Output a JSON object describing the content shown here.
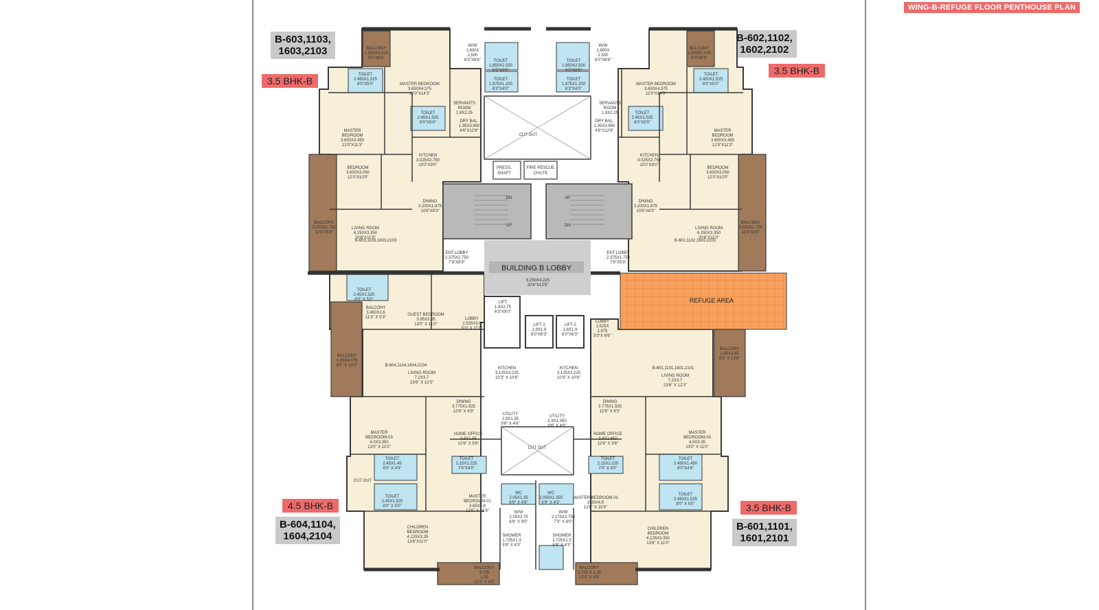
{
  "title": "WING-B-REFUGE FLOOR PENTHOUSE PLAN",
  "units": {
    "tl": {
      "ids": [
        "B-603,1103,",
        "1603,2103"
      ],
      "type": "3.5 BHK-B"
    },
    "tr": {
      "ids": [
        "B-602,1102,",
        "1602,2102"
      ],
      "type": "3.5 BHK-B"
    },
    "bl": {
      "ids": [
        "B-604,1104,",
        "1604,2104"
      ],
      "type": "4.5 BHK-B"
    },
    "br": {
      "ids": [
        "B-601,1101,",
        "1601,2101"
      ],
      "type": "3.5 BHK-B"
    }
  },
  "center": {
    "lobby": "BUILDING B LOBBY",
    "lobby_dim": [
      "6.250X4.225",
      "20'6\"X13'9\""
    ],
    "refuge": "REFUGE AREA",
    "cutout_top": "CUT OUT",
    "cutout_bottom": "CUT OUT",
    "press_shaft": [
      "PRESS.",
      "SHAFT"
    ],
    "fire_chute": [
      "FIRE RESCUE",
      "CHUTE"
    ],
    "lift": [
      "LIFT",
      "1.9X2.75",
      "6'3\"X9'0\""
    ],
    "lift1": [
      "LIFT-1",
      "1.8X1.9",
      "6'0\"X6'3\""
    ],
    "lift2": [
      "LIFT-2",
      "1.8X1.9",
      "6'0\"X6'3\""
    ],
    "stair_up": "UP",
    "stair_dn": "DN"
  },
  "rooms_top_left": [
    [
      "BALCONY",
      "1.550X2.025",
      "5'0\"X6'8\""
    ],
    [
      "W/W",
      "1.800X",
      "2.500",
      "6'0\"X8'6\""
    ],
    [
      "TOILET",
      "1.850X2.500",
      "6'0\"X8'6\""
    ],
    [
      "TOILET",
      "1.875X1.200",
      "6'3\"X4'0\""
    ],
    [
      "TOILET",
      "2.450X1.525",
      "8'0\"X5'0\""
    ],
    [
      "MASTER BEDROOM",
      "3.650X4.375",
      "12'0\"X14'3\""
    ],
    [
      "SERVANTS",
      "ROOM",
      "1.8X2.25"
    ],
    [
      "TOILET",
      "2.45X1.525",
      "8'0\"X5'0\""
    ],
    [
      "DRY BAL.",
      "1.35X3.850",
      "4'6\"X12'9\""
    ],
    [
      "MASTER",
      "BEDROOM",
      "3.650X3.450",
      "12'0\"X11'3\""
    ],
    [
      "KITCHEN",
      "3.025X2.750",
      "10'0\"X9'0\""
    ],
    [
      "BEDROOM",
      "3.650X3.050",
      "12'0\"X10'0\""
    ],
    [
      "DINING",
      "3.200X1.875",
      "10'6\"X6'3\""
    ],
    [
      "BALCONY",
      "3.250X1.750",
      "11'0\"X5'9\""
    ],
    [
      "LIVING ROOM",
      "6.250X3.350",
      "20'6\"X11'0\""
    ],
    [
      "B-603,1103,1603,2103"
    ],
    [
      "ENT.LOBBY",
      "2.375X1.750",
      "7'9\"X5'9\""
    ]
  ],
  "rooms_top_right": [
    [
      "BALCONY",
      "1.550X2.025",
      "5'0\"X6'8\""
    ],
    [
      "W/W",
      "1.800X",
      "2.500",
      "6'0\"X8'6\""
    ],
    [
      "TOILET",
      "1.850X2.500",
      "6'0\"X8'6\""
    ],
    [
      "TOILET",
      "1.875X1.200",
      "6'3\"X4'0\""
    ],
    [
      "TOILET",
      "2.450X1.525",
      "8'0\"X5'0\""
    ],
    [
      "MASTER BEDROOM",
      "3.650X4.375",
      "12'0\"X14'3\""
    ],
    [
      "SERVANTS",
      "ROOM",
      "1.8X2.25"
    ],
    [
      "TOILET",
      "2.45X1.525",
      "8'0\"X5'0\""
    ],
    [
      "DRY BAL.",
      "1.35X3.850",
      "4'6\"X12'9\""
    ],
    [
      "MASTER",
      "BEDROOM",
      "3.650X3.450",
      "12'0\"X11'3\""
    ],
    [
      "KITCHEN",
      "3.025X2.750",
      "10'0\"X9'0\""
    ],
    [
      "BEDROOM",
      "3.650X3.050",
      "12'0\"X10'0\""
    ],
    [
      "DINING",
      "3.200X1.875",
      "10'6\"X6'3\""
    ],
    [
      "BALCONY",
      "3.350X1.750",
      "11'0\"X5'9\""
    ],
    [
      "LIVING ROOM",
      "6.250X3.350",
      "20'6\"X11'0\""
    ],
    [
      "B-602,1102,1602,2102"
    ],
    [
      "ENT.LOBBY",
      "2.375X1.750",
      "7'9\"X5'9\""
    ]
  ],
  "rooms_bottom_left": [
    [
      "TOILET",
      "2.45X1.525",
      "8'0\" X 5'0\""
    ],
    [
      "BALCONY",
      "3.450X1.6",
      "11'3\" X 5'3\""
    ],
    [
      "GUEST BEDROOM",
      "3.95X3.35",
      "13'0\" X 11'0\""
    ],
    [
      "LOBBY",
      "1.525X3.6",
      "5'0\" X 11'9\""
    ],
    [
      "BALCONY",
      "1.85X4.075",
      "6'0\" X 13'3\""
    ],
    [
      "B-604,1104,1604,2104"
    ],
    [
      "LIVING ROOM",
      "7.2X3.7",
      "23'6\" X 12'3\""
    ],
    [
      "KITCHEN",
      "3.125X3.225",
      "10'3\" X 10'6\""
    ],
    [
      "DINING",
      "3.775X1.925",
      "12'6\" X 6'3\""
    ],
    [
      "UTILITY",
      "2.9X1.35",
      "9'6\" X 4'6\""
    ],
    [
      "MASTER",
      "BEDROOM-03",
      "4.0X3.350",
      "13'0\" X 11'0\""
    ],
    [
      "HOME OFFICE",
      "3.8X1.65",
      "12'6\" X 5'6\""
    ],
    [
      "TOILET",
      "2.45X1.45",
      "8'0\" X 4'9\""
    ],
    [
      "TOILET",
      "2.15X1.225",
      "7'0\"X4'0\""
    ],
    [
      "CUT OUT"
    ],
    [
      "TOILET",
      "2.45X1.525",
      "8'0\" X 5'0\""
    ],
    [
      "MASTER",
      "BEDROOM-01",
      "3.65X4.8",
      "12'0\" X 15'9\""
    ],
    [
      "WC",
      "2.05X1.35",
      "6'9\" X 4'6\""
    ],
    [
      "W/W",
      "2.05X2.75",
      "6'9\" X 9'0\""
    ],
    [
      "CHILDREN",
      "BEDROOM",
      "4.125X3.35",
      "13'6\"X11'0\""
    ],
    [
      "SHOWER",
      "1.725X1.3",
      "5'9\" X 4'3\""
    ],
    [
      "BALCONY",
      "3.725",
      "1.35",
      "12'3\" X 4'5\""
    ]
  ],
  "rooms_bottom_right": [
    [
      "LOBBY",
      "1.525X",
      "1.975",
      "5'0\"X 6'6\""
    ],
    [
      "BALCONY",
      "1.85X3.95",
      "6'0\" X 13'0\""
    ],
    [
      "B-601,1101,1601,2101"
    ],
    [
      "LIVING ROOM",
      "7.2X3.7",
      "23'6\" X 12'3\""
    ],
    [
      "KITCHEN",
      "3.125X3.225",
      "10'3\" X 10'6\""
    ],
    [
      "DINING",
      "3.775X1.925",
      "12'6\" X 6'3\""
    ],
    [
      "UTILITY",
      "2.9X1.350",
      "9'6\" X 4'6\""
    ],
    [
      "MASTER",
      "BEDROOM-03",
      "4.0X3.35",
      "13'0\" X 11'0\""
    ],
    [
      "HOME OFFICE",
      "3.8X1.650",
      "12'6\" X 5'6\""
    ],
    [
      "TOILET",
      "2.15X1.225",
      "7'0\" X 4'0\""
    ],
    [
      "TOILET",
      "2.450X1.450",
      "8'0\"X4'9\""
    ],
    [
      "TOILET",
      "2.450X1.525",
      "8'0\" X 5'0\""
    ],
    [
      "MASTER BEDROOM-01",
      "3.65X4.8",
      "12'0\" X 15'9\""
    ],
    [
      "WC",
      "2.050X1.350",
      "6'9\" X 4'3\""
    ],
    [
      "W/W",
      "2.175X2.750",
      "7'3\" X 9'0\""
    ],
    [
      "CHILDREN",
      "BEDROOM",
      "4.125X3.350",
      "13'6\" X 11'0\""
    ],
    [
      "SHOWER",
      "1.725X1.3",
      "5'9\" X 4'3\""
    ],
    [
      "BALCONY",
      "3.725 X 1.35",
      "12'3\" X 4'5\""
    ]
  ],
  "colors": {
    "floor": "#f7efd7",
    "toilet": "#bfe4f2",
    "balcony": "#a07a5a",
    "refuge": "#f7a15c",
    "core": "#b9b9b9",
    "lobby": "#cfcfcf",
    "wall": "#3a3a3a",
    "tag": "#ee6a6a",
    "unit_box": "#c9c9c9"
  }
}
